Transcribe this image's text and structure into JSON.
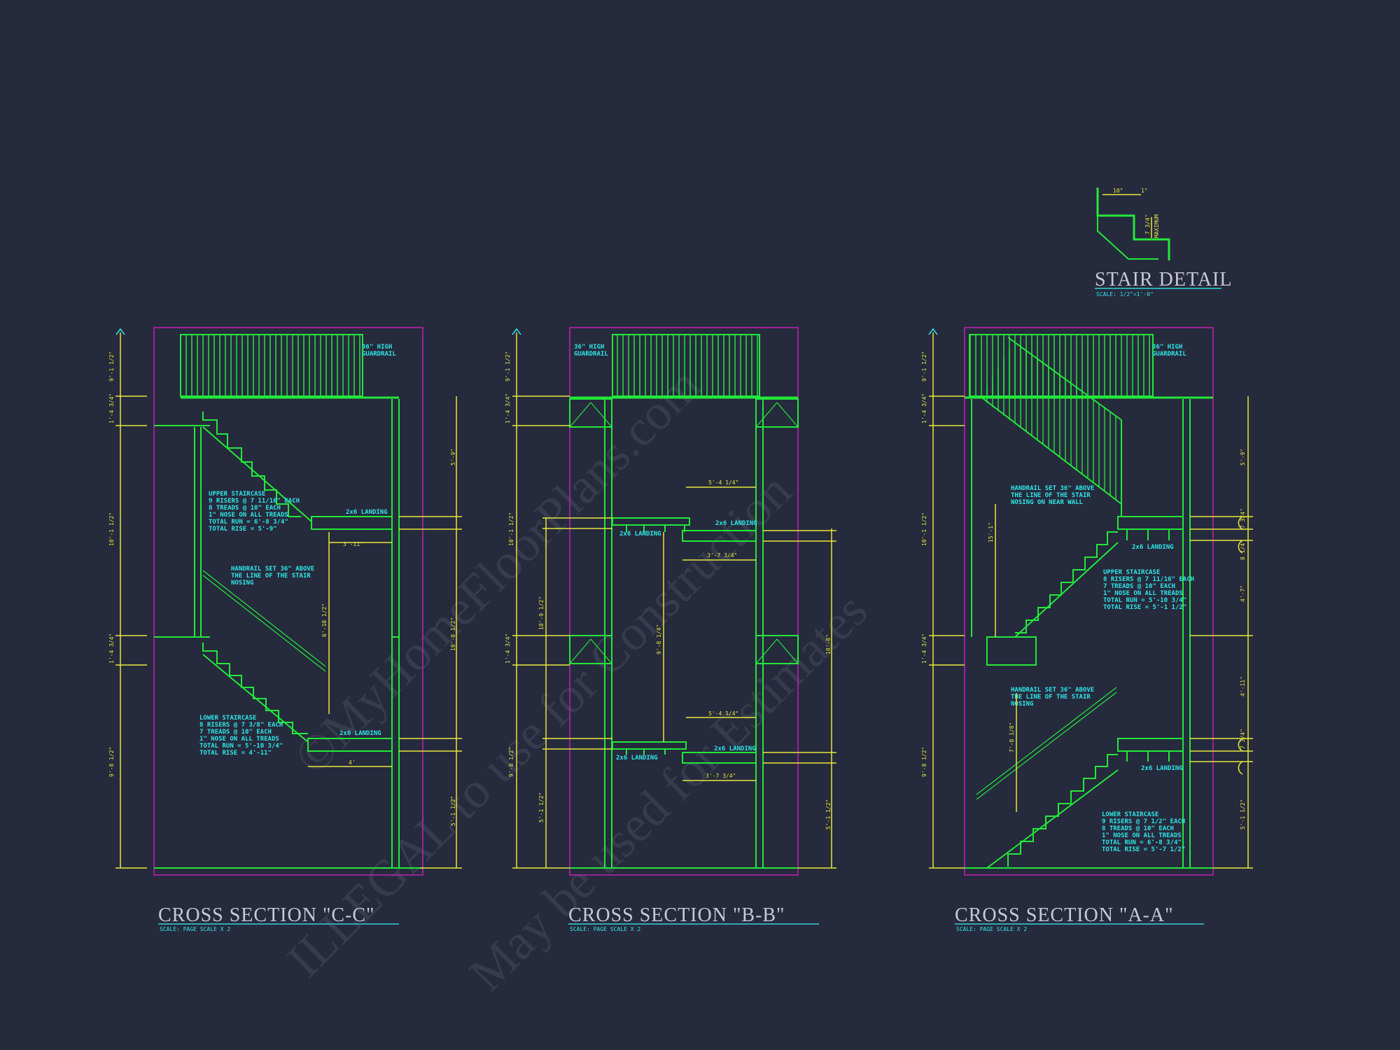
{
  "watermark": {
    "line1": "©MyHomeFloorPlans.com",
    "line2": "ILLEGAL to use for Construction",
    "line3": "May be used for Estimates"
  },
  "stair_detail": {
    "title": "STAIR DETAIL",
    "scale": "SCALE: 1/2\"=1'-0\"",
    "tread": "10\"",
    "nose": "1\"",
    "riser": "7 3/4\"",
    "max": "MAXIMUM"
  },
  "section_c": {
    "title": "CROSS SECTION \"C-C\"",
    "scale": "SCALE: PAGE SCALE X 2",
    "guardrail": [
      "36\" HIGH",
      "GUARDRAIL"
    ],
    "upper_note": [
      "UPPER STAIRCASE",
      "9 RISERS @ 7 11/16\" EACH",
      "8 TREADS @ 10\" EACH",
      "1\" NOSE ON ALL TREADS",
      "TOTAL RUN = 6'-8 3/4\"",
      "TOTAL RISE = 5'-9\""
    ],
    "handrail_note": [
      "HANDRAIL SET 36\" ABOVE",
      "THE LINE OF THE STAIR",
      "NOSING"
    ],
    "lower_note": [
      "LOWER STAIRCASE",
      "8 RISERS @ 7 3/8\" EACH",
      "7 TREADS @ 10\" EACH",
      "1\" NOSE ON ALL TREADS",
      "TOTAL RUN = 5'-10 3/4\"",
      "TOTAL RISE = 4'-11\""
    ],
    "landing_upper": "2x6 LANDING",
    "landing_lower": "2x6 LANDING",
    "dim_upper_width": "3'-11\"",
    "dim_lower_width": "4'",
    "dim_vert": "6'-10 1/2\"",
    "left_dims": [
      "9'-1 1/2\"",
      "1'-4 3/4\"",
      "10'-1 1/2\"",
      "1'-4 3/4\"",
      "9'-8 1/2\""
    ],
    "right_dims": [
      "5'-9\"",
      "10'-0 1/2\"",
      "5'-1 1/2\""
    ]
  },
  "section_b": {
    "title": "CROSS SECTION \"B-B\"",
    "scale": "SCALE: PAGE SCALE X 2",
    "guardrail": [
      "36\" HIGH",
      "GUARDRAIL"
    ],
    "landing1": "2x6 LANDING",
    "landing2": "2x6 LANDING",
    "landing3": "2x6 LANDING",
    "landing4": "2x6 LANDING",
    "dim_top1": "5'-4 1/4\"",
    "dim_top2": "3'-7 3/4\"",
    "dim_bot1": "5'-4 1/4\"",
    "dim_bot2": "3'-7 3/4\"",
    "dim_vert": "9'-8 1/4\"",
    "left_dims": [
      "9'-1 1/2\"",
      "1'-4 3/4\"",
      "10'-1 1/2\"",
      "10'-9 1/2\"",
      "1'-4 3/4\"",
      "9'-8 1/2\"",
      "5'-1 1/2\""
    ],
    "right_dims": [
      "10'-8\"",
      "5'-1 1/2\""
    ]
  },
  "section_a": {
    "title": "CROSS SECTION \"A-A\"",
    "scale": "SCALE: PAGE SCALE X 2",
    "guardrail": [
      "36\" HIGH",
      "GUARDRAIL"
    ],
    "handrail_upper": [
      "HANDRAIL SET 36\" ABOVE",
      "THE LINE OF THE STAIR",
      "NOSING ON NEAR WALL"
    ],
    "upper_note": [
      "UPPER STAIRCASE",
      "8 RISERS @ 7 11/16\" EACH",
      "7 TREADS @ 10\" EACH",
      "1\" NOSE ON ALL TREADS",
      "TOTAL RUN = 5'-10 3/4\"",
      "TOTAL RISE = 5'-1 1/2\""
    ],
    "handrail_lower": [
      "HANDRAIL SET 36\" ABOVE",
      "THE LINE OF THE STAIR",
      "NOSING"
    ],
    "lower_note": [
      "LOWER STAIRCASE",
      "9 RISERS @ 7 1/2\" EACH",
      "8 TREADS @ 10\" EACH",
      "1\" NOSE ON ALL TREADS",
      "TOTAL RUN = 6'-8 3/4\"",
      "TOTAL RISE = 5'-7 1/2\""
    ],
    "landing_upper": "2x6 LANDING",
    "landing_lower": "2x6 LANDING",
    "dim_vert1": "15'-1\"",
    "dim_vert2": "7'-0 1/8\"",
    "left_dims": [
      "9'-1 1/2\"",
      "1'-4 3/4\"",
      "10'-1 1/2\"",
      "1'-4 3/4\"",
      "9'-8 1/2\""
    ],
    "right_dims": [
      "5'-9\"",
      "7 3/4\"",
      "8 1/4\"",
      "4'-7\"",
      "4'-11\"",
      "7 3/4\"",
      "5'-1 1/2\""
    ]
  },
  "colors": {
    "background": "#262a3d",
    "structure": "#22e83a",
    "dimension": "#e6e83a",
    "annotation": "#2ee6e6",
    "boundary": "#c21fb5",
    "title": "#c8c8d8",
    "underline": "#2fa8b0",
    "watermark": "#3a3e52"
  }
}
